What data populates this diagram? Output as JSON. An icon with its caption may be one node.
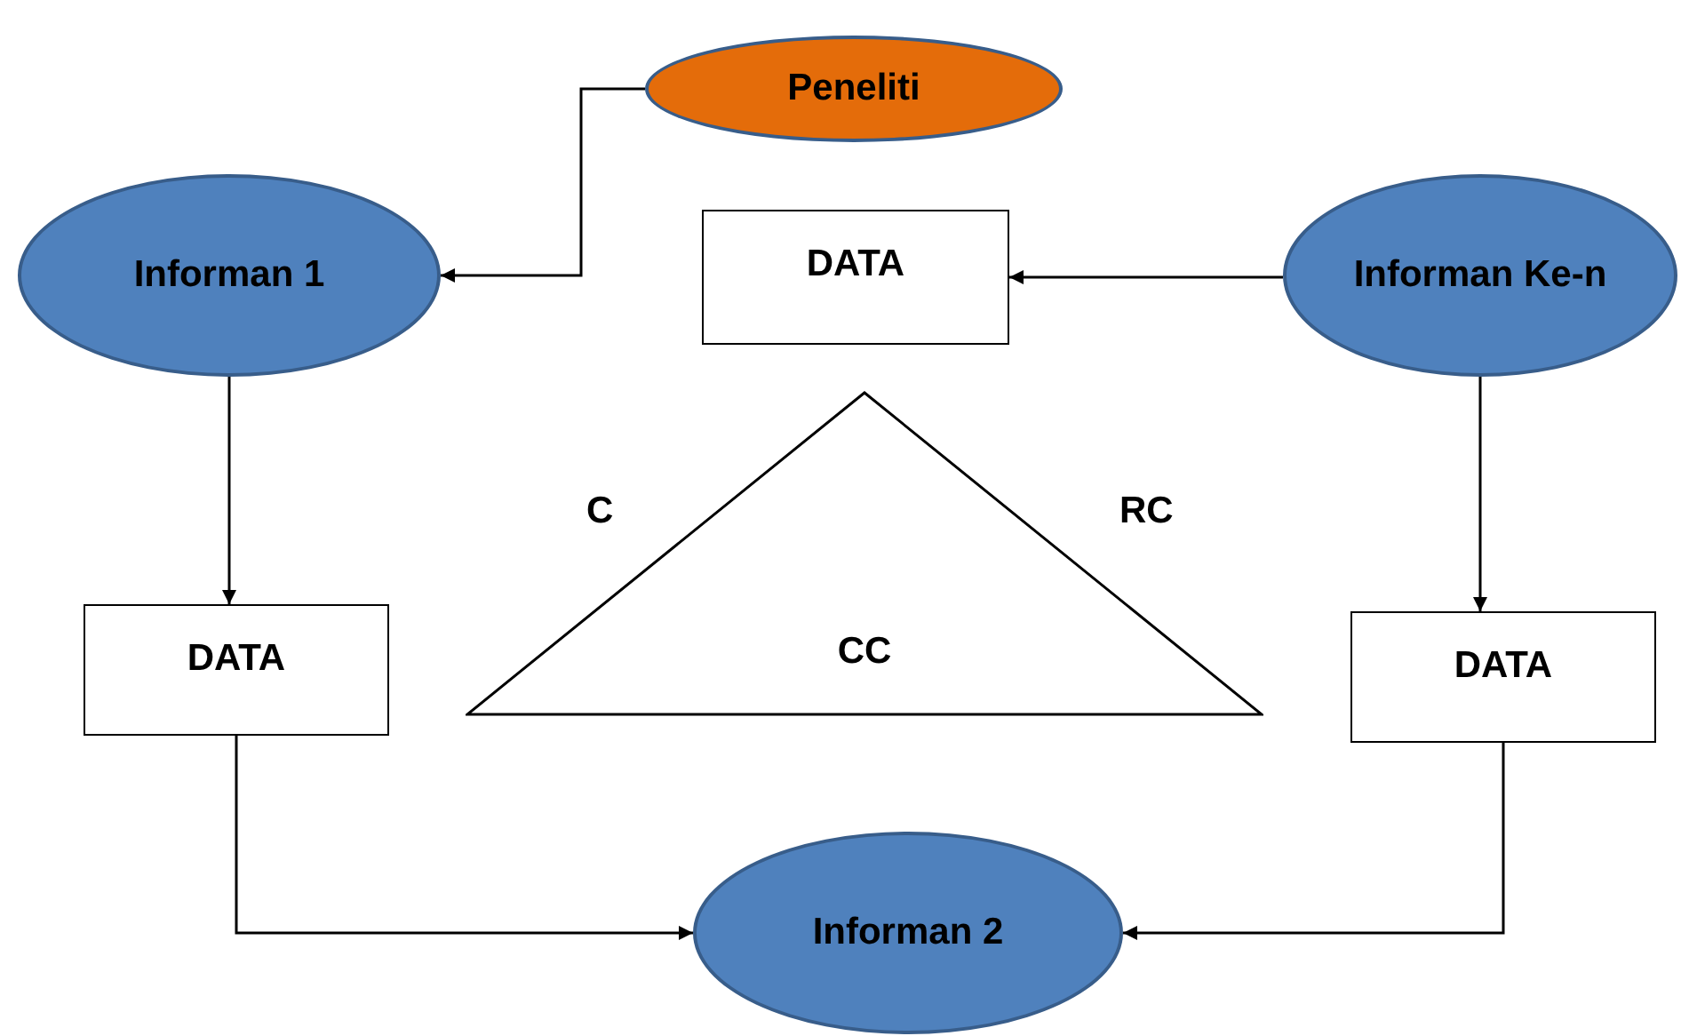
{
  "diagram": {
    "nodes": [
      {
        "text": [
          "Peneliti"
        ]
      },
      {
        "text": [
          "Informan 1"
        ]
      },
      {
        "text": [
          "DATA"
        ]
      },
      {
        "text": [
          "Informan Ke-n"
        ]
      },
      {
        "text": [
          "CC"
        ],
        "beside": [
          "C",
          "RC"
        ]
      },
      {
        "text": [
          "DATA"
        ]
      },
      {
        "text": [
          "DATA"
        ]
      },
      {
        "text": [
          "Informan 2"
        ]
      }
    ],
    "edges": [
      {
        "from": 0,
        "to": 1,
        "arrow": "to"
      },
      {
        "from": 3,
        "to": 2,
        "arrow": "to"
      },
      {
        "from": 1,
        "to": 5,
        "arrow": "to"
      },
      {
        "from": 3,
        "to": 6,
        "arrow": "to"
      },
      {
        "from": 5,
        "to": 7,
        "arrow": "to"
      },
      {
        "from": 6,
        "to": 7,
        "arrow": "to"
      }
    ]
  }
}
